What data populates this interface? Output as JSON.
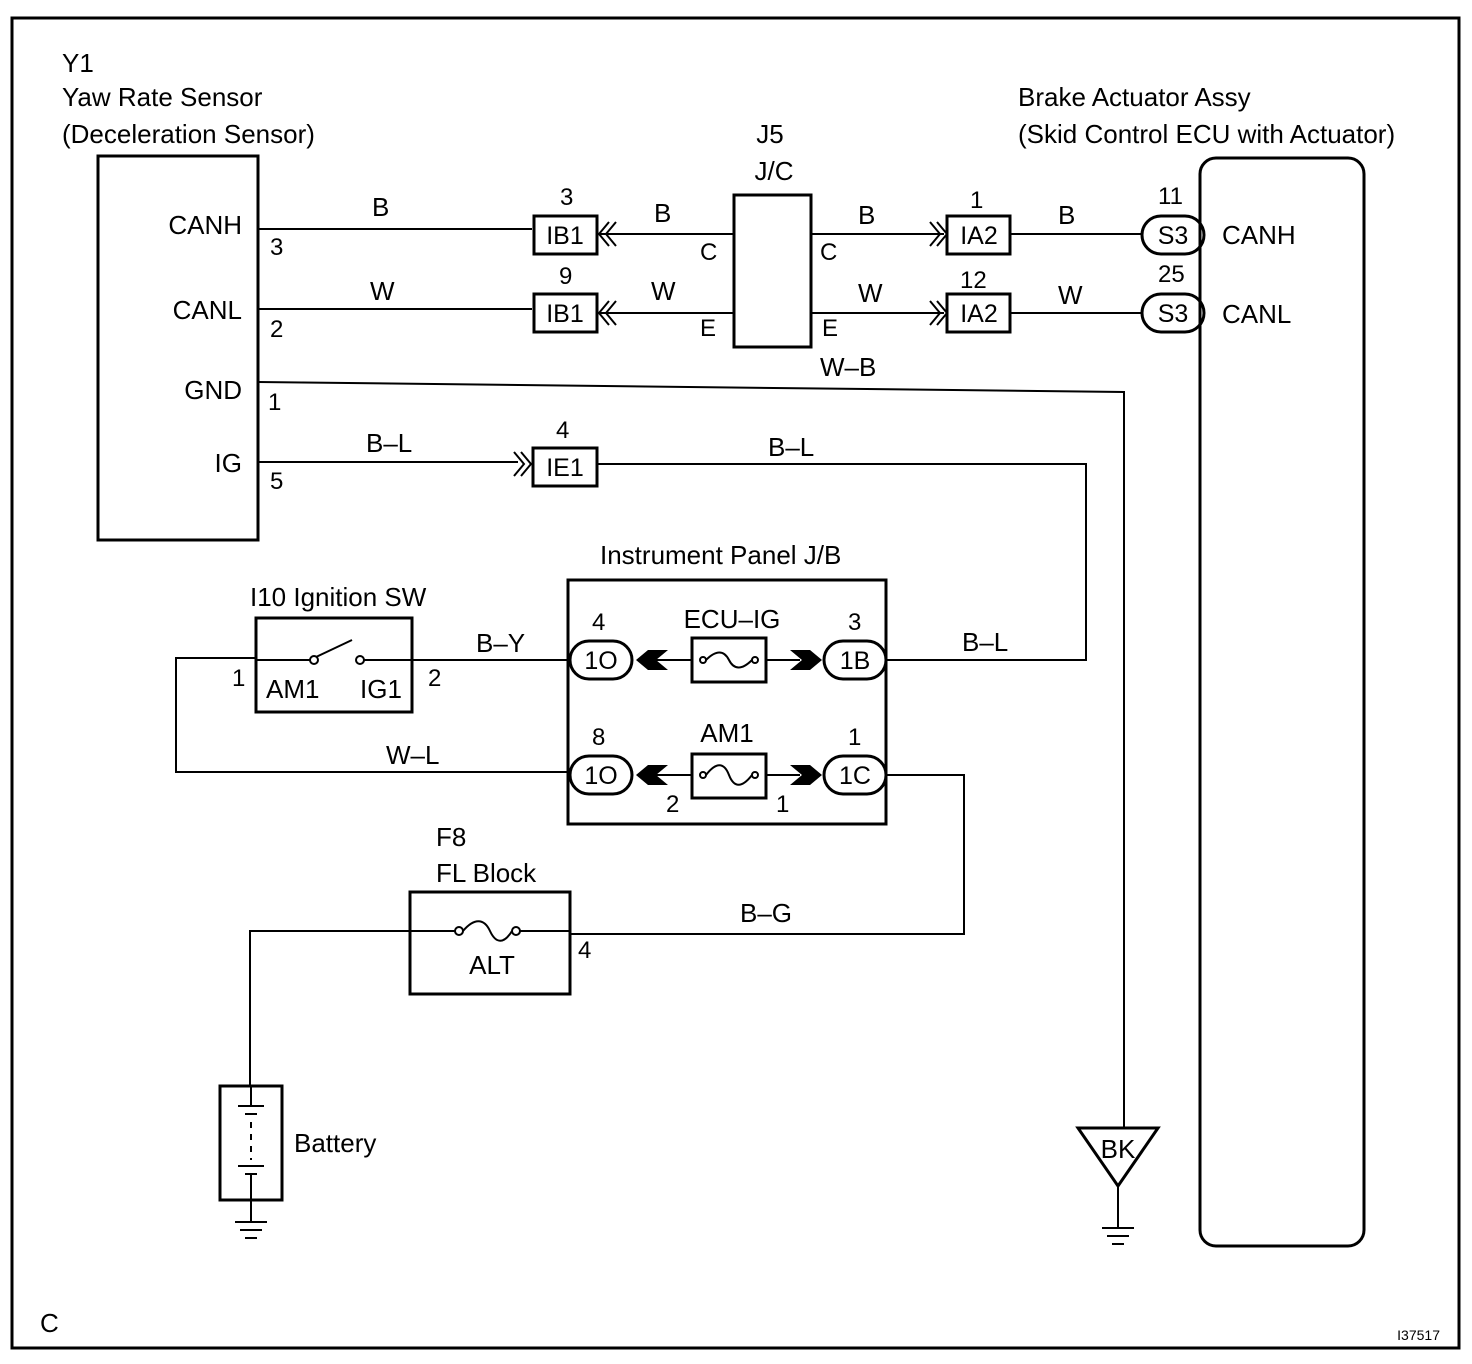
{
  "figure_letter": "C",
  "figure_id": "I37517",
  "yaw_sensor": {
    "code": "Y1",
    "name": "Yaw Rate Sensor",
    "subname": "(Deceleration Sensor)",
    "terminals": [
      {
        "label": "CANH",
        "pin": "3"
      },
      {
        "label": "CANL",
        "pin": "2"
      },
      {
        "label": "GND",
        "pin": "1"
      },
      {
        "label": "IG",
        "pin": "5"
      }
    ]
  },
  "junction": {
    "code": "J5",
    "name": "J/C",
    "left_pins": [
      "C",
      "E"
    ],
    "right_pins": [
      "C",
      "E"
    ]
  },
  "actuator": {
    "name": "Brake Actuator Assy",
    "subname": "(Skid Control ECU with Actuator)",
    "terminals": [
      {
        "label": "CANH",
        "pin": "11",
        "connector": "S3"
      },
      {
        "label": "CANL",
        "pin": "25",
        "connector": "S3"
      }
    ]
  },
  "connectors": {
    "ib1_top": {
      "name": "IB1",
      "pin": "3"
    },
    "ib1_bottom": {
      "name": "IB1",
      "pin": "9"
    },
    "ia2_top": {
      "name": "IA2",
      "pin": "1"
    },
    "ia2_bottom": {
      "name": "IA2",
      "pin": "12"
    },
    "ie1": {
      "name": "IE1",
      "pin": "4"
    }
  },
  "wire_colors": {
    "canh_1": "B",
    "canh_2": "B",
    "canh_3": "B",
    "canh_4": "B",
    "canl_1": "W",
    "canl_2": "W",
    "canl_3": "W",
    "canl_4": "W",
    "gnd": "W–B",
    "ig_1": "B–L",
    "ig_2": "B–L",
    "ig_3": "B–L",
    "by": "B–Y",
    "wl": "W–L",
    "bg": "B–G"
  },
  "ignition_switch": {
    "title": "I10 Ignition SW",
    "left_term": "AM1",
    "right_term": "IG1",
    "left_pin": "1",
    "right_pin": "2"
  },
  "panel_jb": {
    "title": "Instrument Panel J/B",
    "fuse_top": {
      "name": "ECU–IG",
      "left_conn": "1O",
      "left_pin": "4",
      "right_conn": "1B",
      "right_pin": "3"
    },
    "fuse_bottom": {
      "name": "AM1",
      "left_conn": "1O",
      "left_pin": "8",
      "right_conn": "1C",
      "right_pin": "1",
      "inner_left": "2",
      "inner_right": "1"
    }
  },
  "fl_block": {
    "code": "F8",
    "name": "FL Block",
    "fuse": "ALT",
    "pin": "4"
  },
  "battery": {
    "label": "Battery"
  },
  "ground": {
    "label": "BK"
  }
}
